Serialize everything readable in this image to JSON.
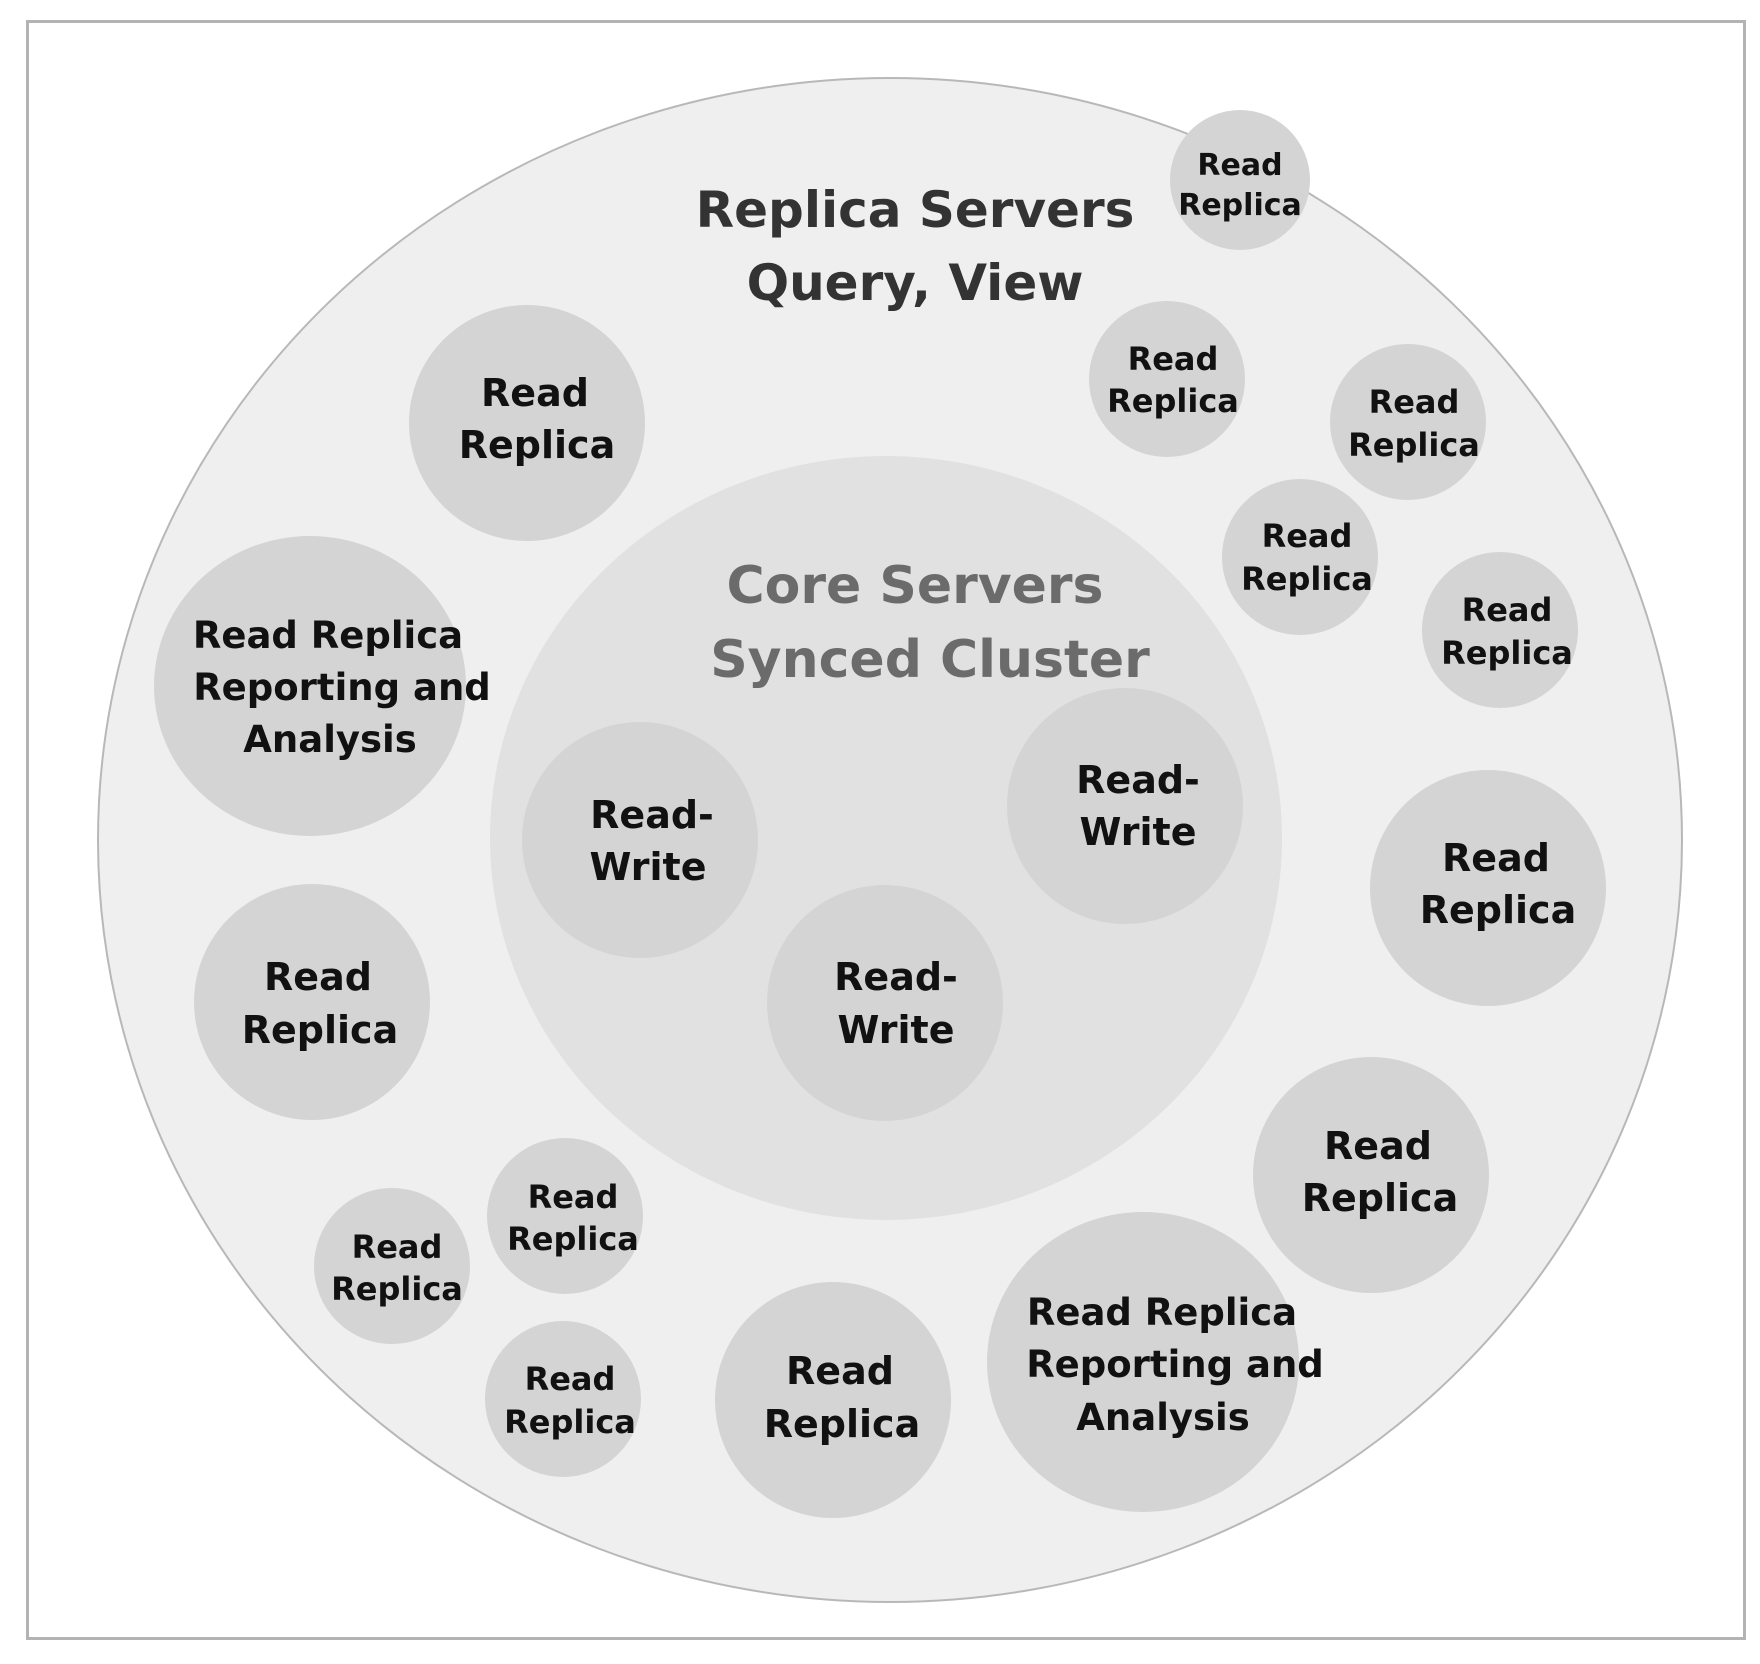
{
  "outer_ring": {
    "title_line1": "Replica Servers",
    "title_line2": "Query, View"
  },
  "core_cluster": {
    "title_line1": "Core Servers",
    "title_line2": "Synced Cluster"
  },
  "core_nodes": [
    {
      "line1": "Read-",
      "line2": "Write"
    },
    {
      "line1": "Read-",
      "line2": "Write"
    },
    {
      "line1": "Read-",
      "line2": "Write"
    }
  ],
  "replica_nodes": [
    {
      "line1": "Read",
      "line2": "Replica"
    },
    {
      "line1": "Read Replica",
      "line2": "Reporting and",
      "line3": "Analysis"
    },
    {
      "line1": "Read",
      "line2": "Replica"
    },
    {
      "line1": "Read",
      "line2": "Replica"
    },
    {
      "line1": "Read",
      "line2": "Replica"
    },
    {
      "line1": "Read",
      "line2": "Replica"
    },
    {
      "line1": "Read",
      "line2": "Replica"
    },
    {
      "line1": "Read",
      "line2": "Replica"
    },
    {
      "line1": "Read",
      "line2": "Replica"
    },
    {
      "line1": "Read Replica",
      "line2": "Reporting and",
      "line3": "Analysis"
    },
    {
      "line1": "Read",
      "line2": "Replica"
    },
    {
      "line1": "Read",
      "line2": "Replica"
    },
    {
      "line1": "Read",
      "line2": "Replica"
    },
    {
      "line1": "Read",
      "line2": "Replica"
    },
    {
      "line1": "Read",
      "line2": "Replica"
    }
  ],
  "colors": {
    "outer_fill": "#efefef",
    "outer_stroke": "#b8b8b8",
    "core_fill": "#e1e1e1",
    "node_fill": "#d4d4d4",
    "title_text": "#333333",
    "core_title_text": "#6b6b6b",
    "node_text": "#111111"
  }
}
